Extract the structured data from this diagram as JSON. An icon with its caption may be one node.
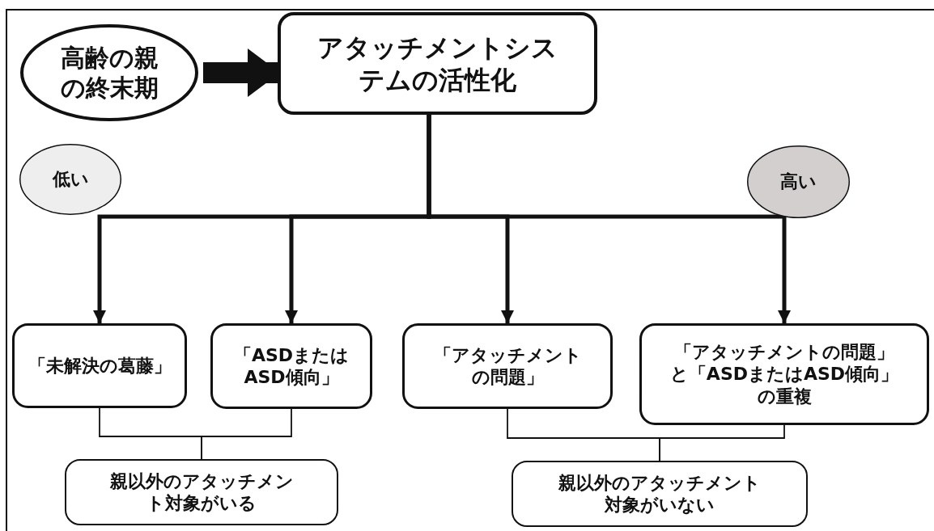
{
  "diagram": {
    "nodes": [
      {
        "text": [
          "高齢の親の終末期"
        ]
      },
      {
        "text": [
          "アタッチメントシステムの活性化"
        ]
      },
      {
        "text": [
          "低い"
        ]
      },
      {
        "text": [
          "高い"
        ]
      },
      {
        "text": [
          "「未解決の葛藤」"
        ]
      },
      {
        "text": [
          "「ASDまたはASD傾向」"
        ]
      },
      {
        "text": [
          "「アタッチメントの問題」"
        ]
      },
      {
        "text": [
          "「アタッチメントの問題」と「ASDまたはASD傾向」の重複"
        ]
      },
      {
        "text": [
          "親以外のアタッチメント対象がいる"
        ]
      },
      {
        "text": [
          "親以外のアタッチメント対象がいない"
        ]
      }
    ],
    "edges": [
      {
        "from": 0,
        "to": 1,
        "arrow": "to",
        "style": "thick"
      },
      {
        "from": 1,
        "to": 4,
        "arrow": "to"
      },
      {
        "from": 1,
        "to": 5,
        "arrow": "to"
      },
      {
        "from": 1,
        "to": 6,
        "arrow": "to"
      },
      {
        "from": 1,
        "to": 7,
        "arrow": "to"
      },
      {
        "from": 4,
        "to": 8,
        "arrow": "none"
      },
      {
        "from": 5,
        "to": 8,
        "arrow": "none"
      },
      {
        "from": 6,
        "to": 9,
        "arrow": "none"
      },
      {
        "from": 7,
        "to": 9,
        "arrow": "none"
      }
    ]
  }
}
